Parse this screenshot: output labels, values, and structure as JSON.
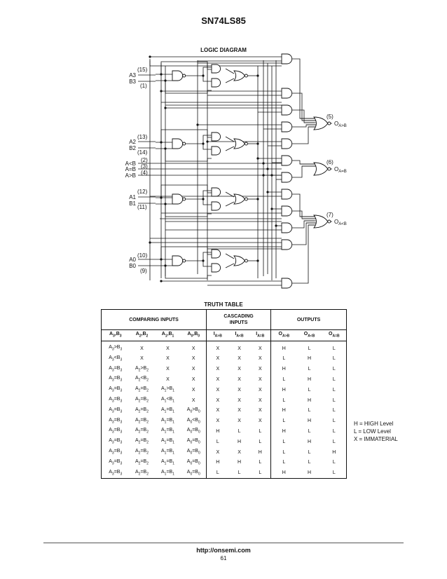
{
  "title": "SN74LS85",
  "diagram": {
    "heading": "LOGIC DIAGRAM",
    "inputs": [
      {
        "name": "A3",
        "pin": "(15)"
      },
      {
        "name": "B3",
        "pin": "(1)"
      },
      {
        "name": "A2",
        "pin": "(13)"
      },
      {
        "name": "B2",
        "pin": "(14)"
      },
      {
        "name": "A<B",
        "pin": "(2)"
      },
      {
        "name": "A=B",
        "pin": "(3)"
      },
      {
        "name": "A>B",
        "pin": "(4)"
      },
      {
        "name": "A1",
        "pin": "(12)"
      },
      {
        "name": "B1",
        "pin": "(11)"
      },
      {
        "name": "A0",
        "pin": "(10)"
      },
      {
        "name": "B0",
        "pin": "(9)"
      }
    ],
    "outputs": [
      {
        "name": "O",
        "sub": "A>B",
        "pin": "(5)"
      },
      {
        "name": "O",
        "sub": "A=B",
        "pin": "(6)"
      },
      {
        "name": "O",
        "sub": "A<B",
        "pin": "(7)"
      }
    ]
  },
  "truth_table": {
    "heading": "TRUTH TABLE",
    "groups": {
      "comparing": "COMPARING INPUTS",
      "cascading_line1": "CASCADING",
      "cascading_line2": "INPUTS",
      "outputs": "OUTPUTS"
    },
    "columns": [
      "A3,B3",
      "A2,B2",
      "A1,B1",
      "A0,B0",
      "IA>B",
      "IA<B",
      "IA=B",
      "OA>B",
      "OA<B",
      "OA=B"
    ],
    "rows": [
      [
        "A3>B3",
        "X",
        "X",
        "X",
        "X",
        "X",
        "X",
        "H",
        "L",
        "L"
      ],
      [
        "A3<B3",
        "X",
        "X",
        "X",
        "X",
        "X",
        "X",
        "L",
        "H",
        "L"
      ],
      [
        "A3=B3",
        "A2>B2",
        "X",
        "X",
        "X",
        "X",
        "X",
        "H",
        "L",
        "L"
      ],
      [
        "A3=B3",
        "A2<B2",
        "X",
        "X",
        "X",
        "X",
        "X",
        "L",
        "H",
        "L"
      ],
      [
        "A3=B3",
        "A2=B2",
        "A1>B1",
        "X",
        "X",
        "X",
        "X",
        "H",
        "L",
        "L"
      ],
      [
        "A3=B3",
        "A2=B2",
        "A1<B1",
        "X",
        "X",
        "X",
        "X",
        "L",
        "H",
        "L"
      ],
      [
        "A3=B3",
        "A2=B2",
        "A1=B1",
        "A0>B0",
        "X",
        "X",
        "X",
        "H",
        "L",
        "L"
      ],
      [
        "A3=B3",
        "A2=B2",
        "A1=B1",
        "A0<B0",
        "X",
        "X",
        "X",
        "L",
        "H",
        "L"
      ],
      [
        "A3=B3",
        "A2=B2",
        "A1=B1",
        "A0=B0",
        "H",
        "L",
        "L",
        "H",
        "L",
        "L"
      ],
      [
        "A3=B3",
        "A2=B2",
        "A1=B1",
        "A0=B0",
        "L",
        "H",
        "L",
        "L",
        "H",
        "L"
      ],
      [
        "A3=B3",
        "A2=B2",
        "A1=B1",
        "A0=B0",
        "X",
        "X",
        "H",
        "L",
        "L",
        "H"
      ],
      [
        "A3=B3",
        "A2=B2",
        "A1=B1",
        "A0=B0",
        "H",
        "H",
        "L",
        "L",
        "L",
        "L"
      ],
      [
        "A3=B3",
        "A2=B2",
        "A1=B1",
        "A0=B0",
        "L",
        "L",
        "L",
        "H",
        "H",
        "L"
      ]
    ]
  },
  "legend": [
    "H = HIGH Level",
    "L = LOW Level",
    "X = IMMATERIAL"
  ],
  "footer": {
    "url": "http://onsemi.com",
    "page": "61"
  }
}
